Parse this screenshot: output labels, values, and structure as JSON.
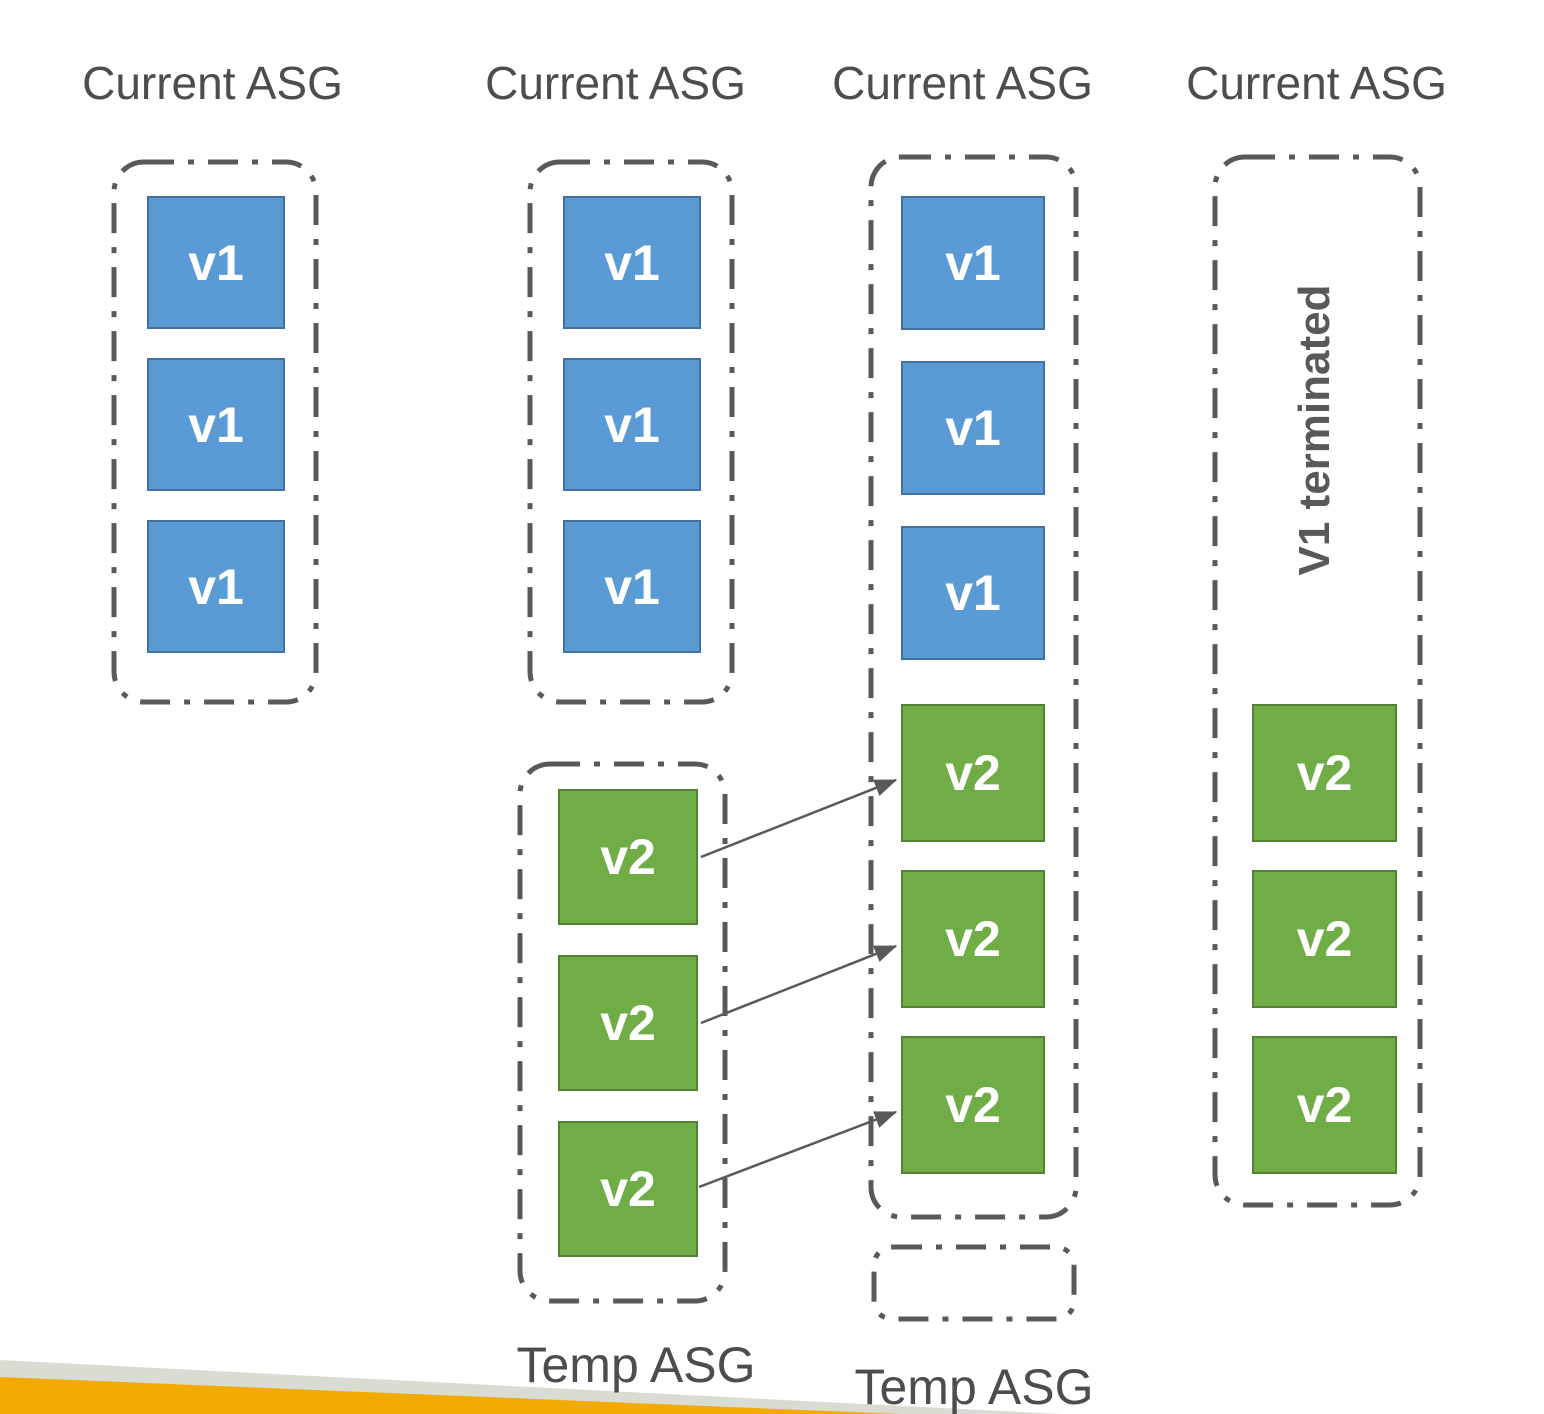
{
  "columns": [
    {
      "header": "Current ASG",
      "current_asg": {
        "v1_instances": [
          "v1",
          "v1",
          "v1"
        ]
      }
    },
    {
      "header": "Current ASG",
      "current_asg": {
        "v1_instances": [
          "v1",
          "v1",
          "v1"
        ]
      },
      "temp_asg": {
        "label": "Temp ASG",
        "v2_instances": [
          "v2",
          "v2",
          "v2"
        ]
      }
    },
    {
      "header": "Current ASG",
      "current_asg": {
        "v1_instances": [
          "v1",
          "v1",
          "v1"
        ],
        "v2_instances": [
          "v2",
          "v2",
          "v2"
        ]
      },
      "temp_asg": {
        "label": "Temp ASG",
        "v2_instances": []
      }
    },
    {
      "header": "Current ASG",
      "current_asg": {
        "note": "V1 terminated",
        "v2_instances": [
          "v2",
          "v2",
          "v2"
        ]
      }
    }
  ],
  "arrows": [
    {
      "from": "stage2-temp-asg-v2-1",
      "to": "stage3-current-asg-v2-1"
    },
    {
      "from": "stage2-temp-asg-v2-2",
      "to": "stage3-current-asg-v2-2"
    },
    {
      "from": "stage2-temp-asg-v2-3",
      "to": "stage3-current-asg-v2-3"
    }
  ],
  "colors": {
    "instance_v1_fill": "#5B9BD5",
    "instance_v1_border": "#41719C",
    "instance_v2_fill": "#70AD47",
    "instance_v2_border": "#548235",
    "outline_gray": "#595959",
    "label_gray": "#4D4D4D",
    "stripe_gray": "#D9DCD3",
    "stripe_orange": "#F2A900"
  }
}
